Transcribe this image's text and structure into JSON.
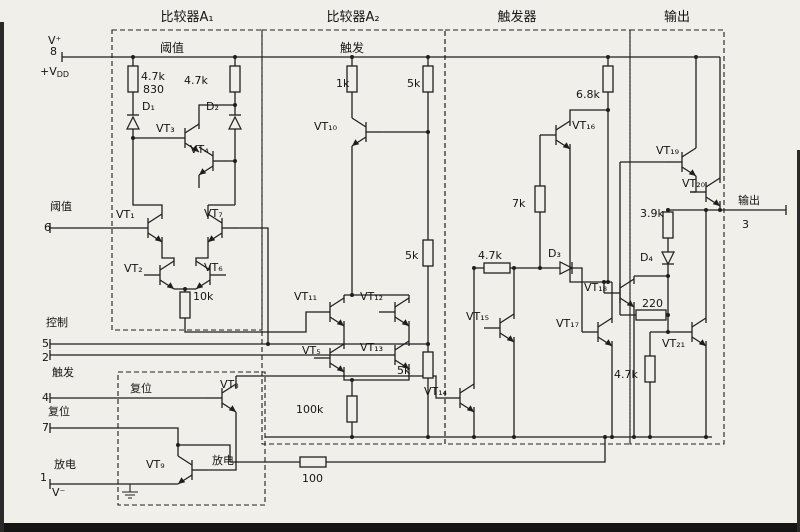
{
  "page": {
    "paper_color": "#f1efe9",
    "ink_color": "#1f1f1f"
  },
  "sections": {
    "comparator_a1": "比较器A₁",
    "comparator_a2": "比较器A₂",
    "flip_flop": "触发器",
    "output": "输出"
  },
  "sub_headers": {
    "threshold": "阈值",
    "trigger": "触发"
  },
  "pins": {
    "v_plus": "V⁺",
    "pin_8": "8",
    "vdd_base": "+V",
    "vdd_sub": "DD",
    "threshold": "阈值",
    "pin_6": "6",
    "control": "控制",
    "pin_5": "5",
    "pin_2": "2",
    "trigger": "触发",
    "pin_4": "4",
    "reset": "复位",
    "pin_7": "7",
    "discharge": "放电",
    "pin_1": "1",
    "v_minus": "V⁻",
    "output": "输出",
    "pin_3": "3"
  },
  "inner_labels": {
    "reset": "复位",
    "discharge": "放电"
  },
  "resistors": {
    "r1": "4.7k",
    "r1b": "830",
    "r2": "4.7k",
    "r3": "10k",
    "r4": "1k",
    "r5": "5k",
    "r6": "5k",
    "r7": "5k",
    "r8": "100k",
    "r9": "4.7k",
    "r10": "7k",
    "r11": "6.8k",
    "r12": "3.9k",
    "r13": "220",
    "r14": "4.7k",
    "r15": "100"
  },
  "diodes": {
    "d1": "D₁",
    "d2": "D₂",
    "d3": "D₃",
    "d4": "D₄"
  },
  "transistors": {
    "vt1": "VT₁",
    "vt2": "VT₂",
    "vt3": "VT₃",
    "vt4": "VT₄",
    "vt5": "VT₅",
    "vt6": "VT₆",
    "vt7": "VT₇",
    "vt8": "VT₈",
    "vt9": "VT₉",
    "vt10": "VT₁₀",
    "vt11": "VT₁₁",
    "vt12": "VT₁₂",
    "vt13": "VT₁₃",
    "vt14": "VT₁₄",
    "vt15": "VT₁₅",
    "vt16": "VT₁₆",
    "vt17": "VT₁₇",
    "vt18": "VT₁₈",
    "vt19": "VT₁₉",
    "vt20": "VT₂₀",
    "vt21": "VT₂₁"
  }
}
